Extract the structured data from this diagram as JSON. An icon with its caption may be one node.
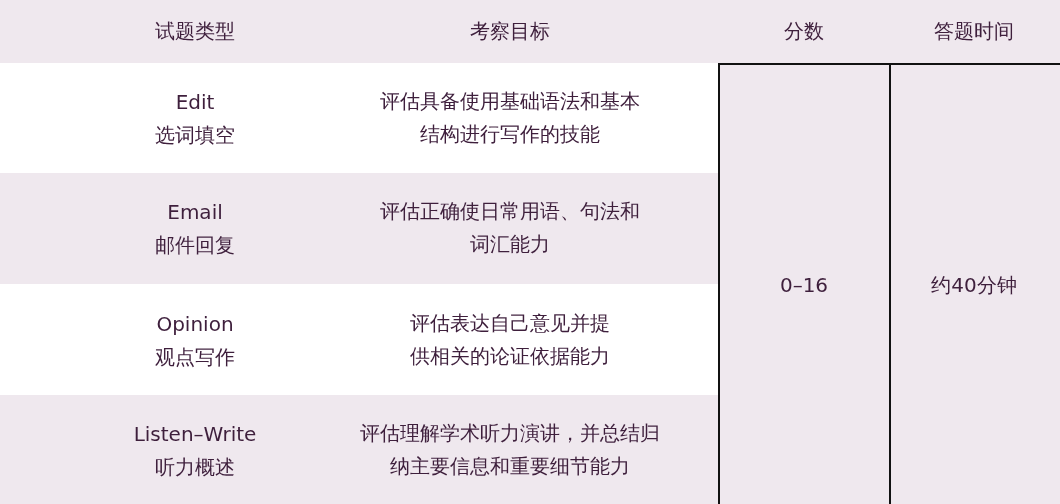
{
  "diagram": {
    "labels": [
      "试题类型",
      "考察目标",
      "分数",
      "答题时间",
      "Edit",
      "选词填空",
      "评估具备使用基础语法和基本结构进行写作的技能",
      "0–16",
      "约40分钟",
      "Email",
      "邮件回复",
      "评估正确使日常用语、句法和词汇能力",
      "Opinion",
      "观点写作",
      "评估表达自己意见并提供相关的论证依据能力",
      "Listen–Write",
      "听力概述",
      "评估理解学术听力演讲，并总结归纳主要信息和重要细节能力"
    ]
  }
}
